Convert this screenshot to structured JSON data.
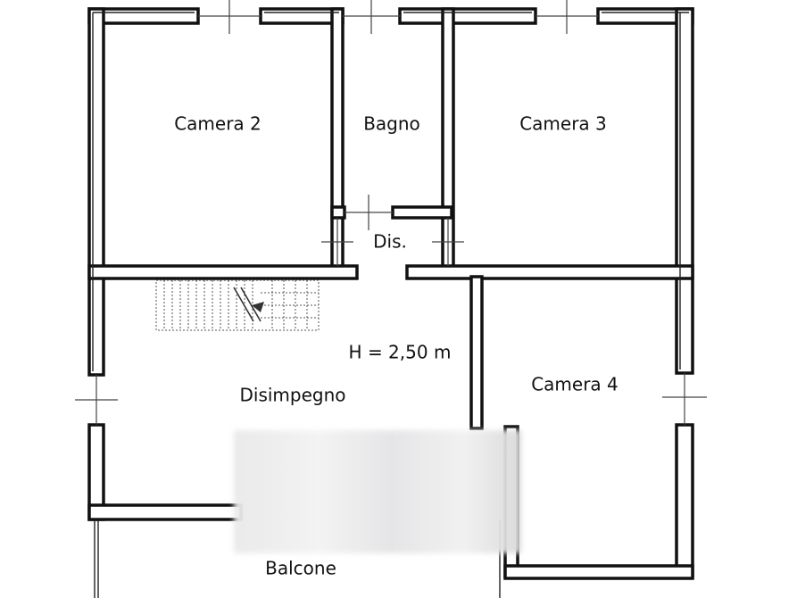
{
  "rooms": {
    "camera2": "Camera 2",
    "bagno": "Bagno",
    "camera3": "Camera 3",
    "dis": "Dis.",
    "height": "H = 2,50 m",
    "disimpegno": "Disimpegno",
    "camera4": "Camera 4",
    "balcone": "Balcone"
  },
  "colors": {
    "wall": "#111111",
    "background": "#ffffff"
  }
}
